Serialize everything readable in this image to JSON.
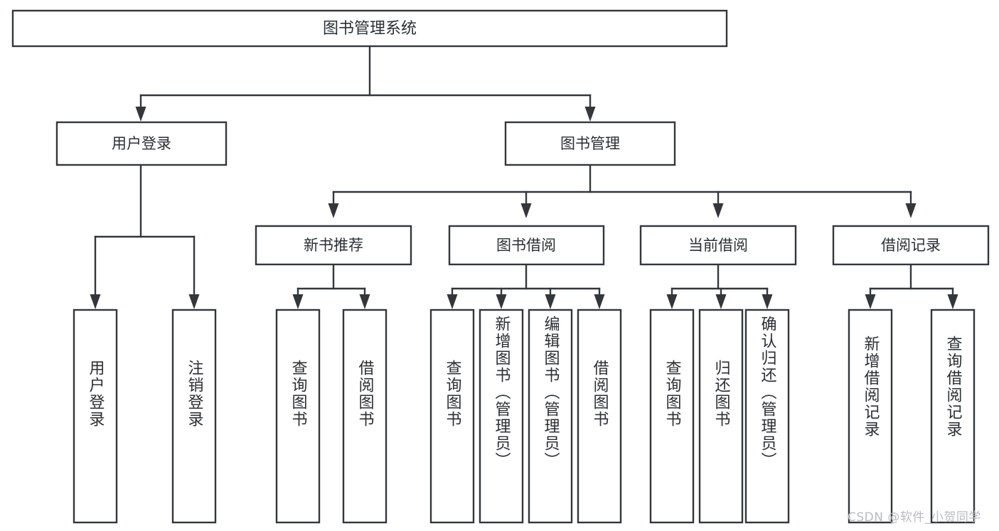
{
  "diagram": {
    "title": "图书管理系统",
    "type": "tree-hierarchy-chart",
    "watermark": "CSDN @软件_小贺同学",
    "colors": {
      "stroke": "#33373b",
      "box_fill": "#ffffff",
      "text": "#2b2f33",
      "background": "#ffffff",
      "watermark": "#b9bcc0"
    },
    "root": {
      "label": "图书管理系统"
    },
    "level2": [
      {
        "label": "用户登录"
      },
      {
        "label": "图书管理"
      }
    ],
    "level3": [
      {
        "label": "新书推荐"
      },
      {
        "label": "图书借阅"
      },
      {
        "label": "当前借阅"
      },
      {
        "label": "借阅记录"
      }
    ],
    "leaves": {
      "user_login": [
        {
          "label": "用户登录"
        },
        {
          "label": "注销登录"
        }
      ],
      "new_book_recommend": [
        {
          "label": "查询图书"
        },
        {
          "label": "借阅图书"
        }
      ],
      "book_borrow": [
        {
          "label": "查询图书"
        },
        {
          "label": "新增图书（管理员）"
        },
        {
          "label": "编辑图书（管理员）"
        },
        {
          "label": "借阅图书"
        }
      ],
      "current_borrow": [
        {
          "label": "查询图书"
        },
        {
          "label": "归还图书"
        },
        {
          "label": "确认归还（管理员）"
        }
      ],
      "borrow_record": [
        {
          "label": "新增借阅记录"
        },
        {
          "label": "查询借阅记录"
        }
      ]
    }
  }
}
